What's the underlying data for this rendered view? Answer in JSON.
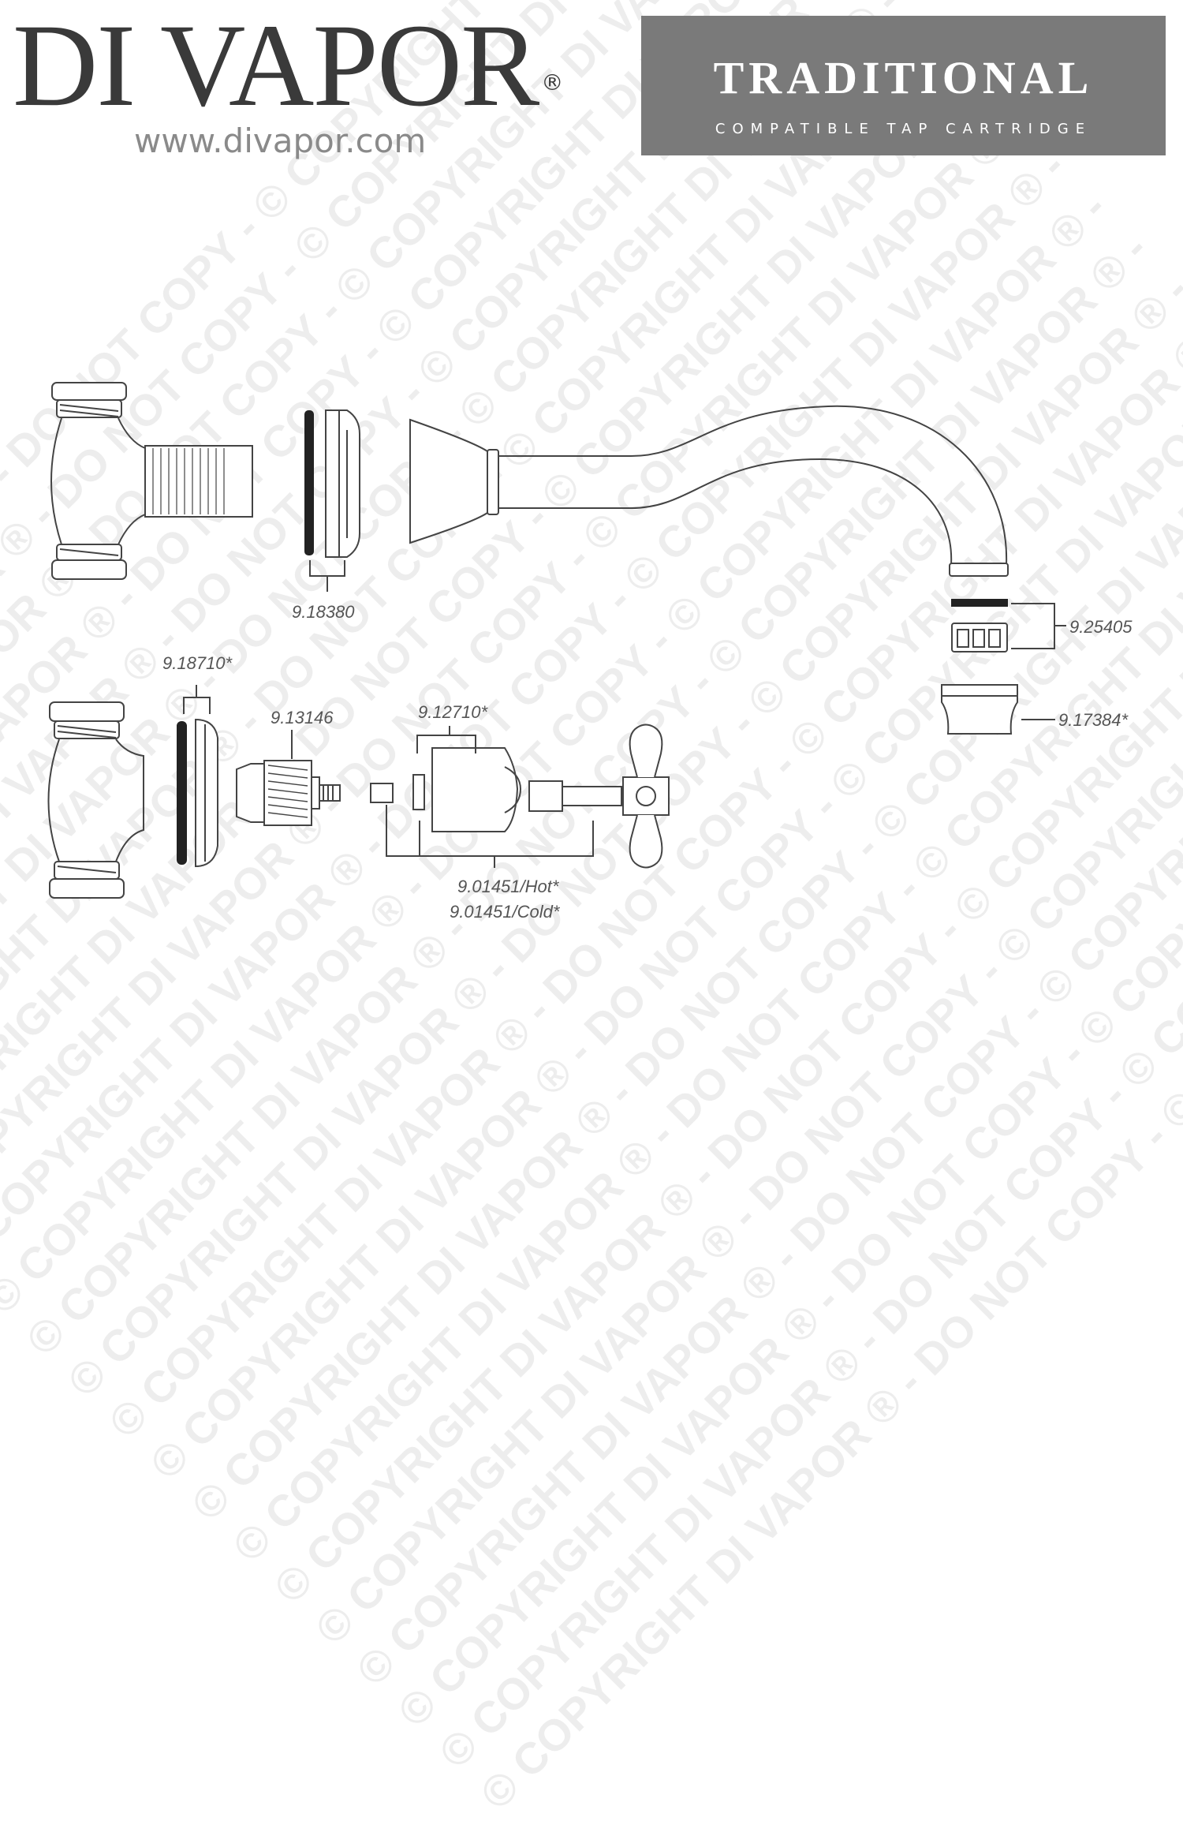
{
  "brand": {
    "name": "DI VAPOR",
    "registered": "®",
    "url": "www.divapor.com"
  },
  "banner": {
    "title": "TRADITIONAL",
    "subtitle": "COMPATIBLE TAP CARTRIDGE",
    "color": "#7a7a7a"
  },
  "watermark": {
    "text": "© COPYRIGHT DI VAPOR ® - DO NOT COPY -"
  },
  "parts": {
    "p1": "9.18380",
    "p2": "9.25405",
    "p3": "9.17384*",
    "p4": "9.18710*",
    "p5": "9.13146",
    "p6": "9.12710*",
    "p7": "9.01451/Hot*",
    "p8": "9.01451/Cold*"
  }
}
